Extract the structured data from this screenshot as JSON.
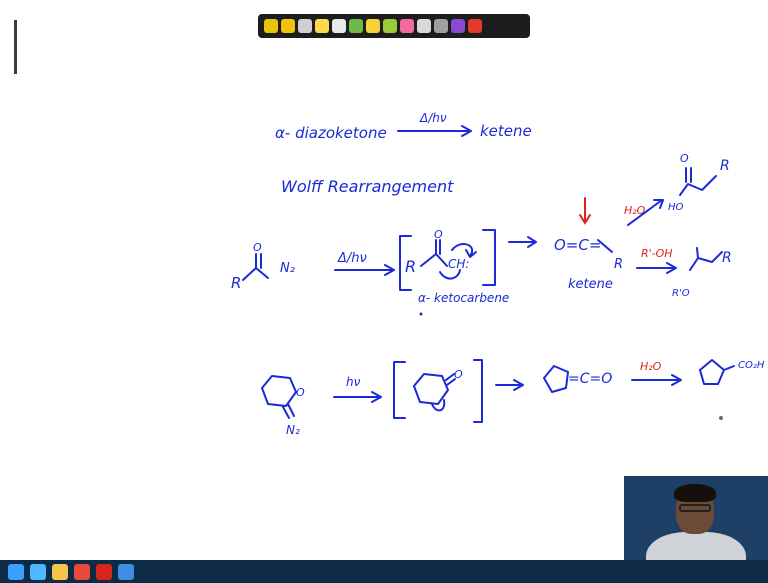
{
  "toolbar": {
    "tools": [
      {
        "name": "pointer-tool",
        "color": "#e8c40c"
      },
      {
        "name": "pen-tool",
        "color": "#f2c20c"
      },
      {
        "name": "eraser-tool",
        "color": "#cfcfcf"
      },
      {
        "name": "marker-tool",
        "color": "#ffd84a"
      },
      {
        "name": "highlighter-tool",
        "color": "#e9e9e9"
      },
      {
        "name": "shape-tool",
        "color": "#6fba45"
      },
      {
        "name": "line-tool",
        "color": "#f7d03a"
      },
      {
        "name": "color-green-tool",
        "color": "#9acb3d"
      },
      {
        "name": "color-pink-tool",
        "color": "#f06aa0"
      },
      {
        "name": "text-tool",
        "color": "#d9d9d9"
      },
      {
        "name": "select-tool",
        "color": "#a0a0a0"
      },
      {
        "name": "color-purple-tool",
        "color": "#8b48d0"
      },
      {
        "name": "close-tool",
        "color": "#e23a2d"
      }
    ]
  },
  "notes": {
    "line1_left": "α- diazoketone",
    "line1_arrow": "Δ/hν",
    "line1_right": "ketene",
    "line2": "Wolff Rearrangement",
    "reactant1_R": "R",
    "reactant1_N2": "N₂",
    "arrow1": "Δ/hν",
    "intermediate_R": "R",
    "intermediate_CH": "CH:",
    "intermediate_label": "α- ketocarbene",
    "ketene_formula": "O=C=",
    "ketene_R": "R",
    "ketene_label": "ketene",
    "water": "H₂O",
    "alcohol": "R'-OH",
    "acid_HO": "HO",
    "acid_R": "R",
    "ester_RO": "R'O",
    "ester_R": "R",
    "reactant2_O": "O",
    "reactant2_N2": "N₂",
    "arrow2": "hν",
    "carbene2_O": "O",
    "ketene2": "=C=O",
    "water2": "H₂O",
    "product2": "CO₂H"
  },
  "taskbar": {
    "icons": [
      {
        "name": "start-icon",
        "color": "#3aa0ff"
      },
      {
        "name": "browser-icon",
        "color": "#4db8ff"
      },
      {
        "name": "explorer-icon",
        "color": "#f5c44a"
      },
      {
        "name": "chrome-icon",
        "color": "#e84a3a"
      },
      {
        "name": "acrobat-icon",
        "color": "#d8261e"
      },
      {
        "name": "app-icon",
        "color": "#3d8ee0"
      }
    ]
  }
}
